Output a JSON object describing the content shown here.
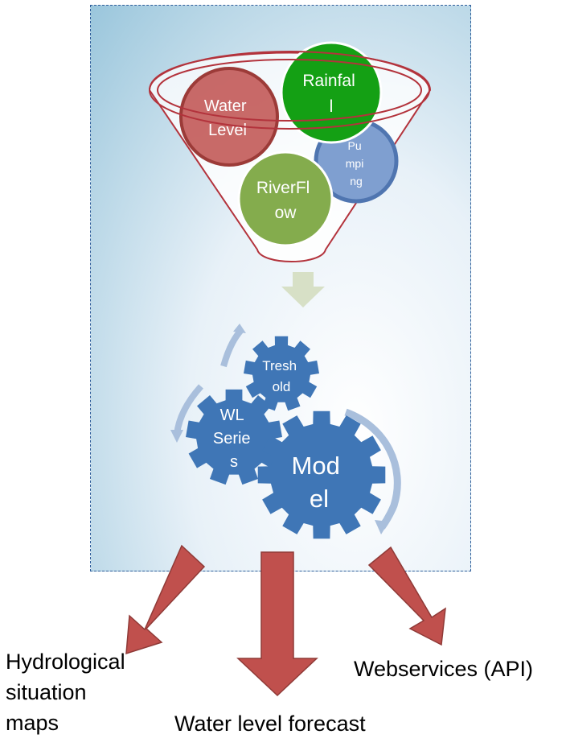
{
  "funnel_inputs": {
    "rainfall": [
      "Rainfal",
      "l"
    ],
    "water_level": [
      "Water",
      "Level"
    ],
    "pumping": [
      "Pu",
      "mpi",
      "ng"
    ],
    "river_flow": [
      "RiverFl",
      "ow"
    ]
  },
  "processing": {
    "threshold": [
      "Tresh",
      "old"
    ],
    "wl_series": [
      "WL",
      "Serie",
      "s"
    ],
    "model": [
      "Mod",
      "el"
    ]
  },
  "outputs": {
    "hydro_maps": [
      "Hydrological",
      "situation",
      "maps"
    ],
    "water_level_forecast": "Water level forecast",
    "webservices": "Webservices (API)"
  },
  "colors": {
    "funnel_outline": "#b3333c",
    "rainfall": "#1aa31a",
    "water_level": "#c0504d",
    "pumping": "#7f9fd0",
    "river_flow": "#7aaa3c",
    "gear": "#3f76b6",
    "arrow": "#c0504d",
    "down_arrow": "#d7e0c6"
  }
}
